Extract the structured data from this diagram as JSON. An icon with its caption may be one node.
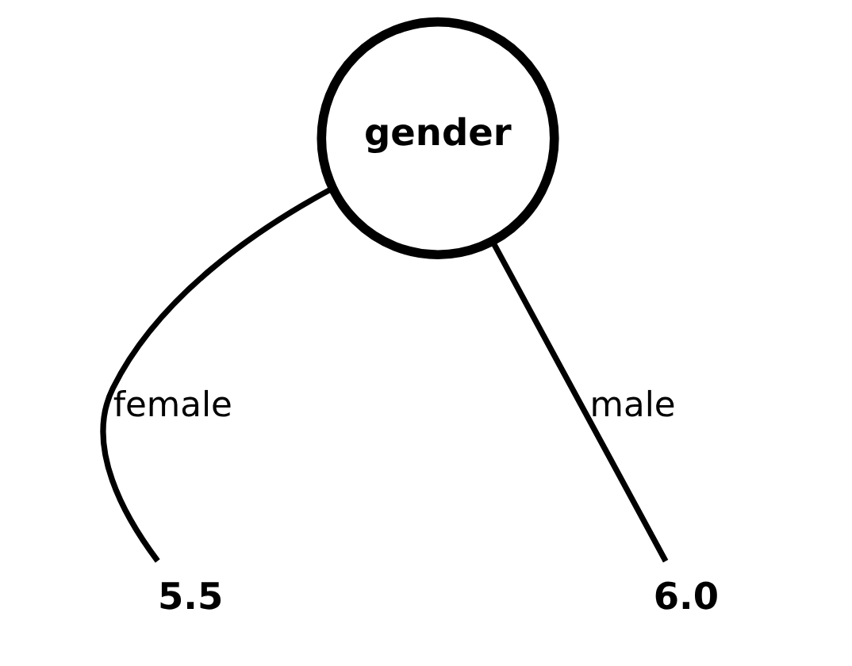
{
  "diagram": {
    "nodes": [
      {
        "text": [
          "gender"
        ]
      },
      {
        "text": [
          "5.5"
        ]
      },
      {
        "text": [
          "6.0"
        ]
      }
    ],
    "edges": [
      {
        "from": 0,
        "to": 1,
        "label": "female",
        "arrow": "none"
      },
      {
        "from": 0,
        "to": 2,
        "label": "male",
        "arrow": "none"
      }
    ]
  }
}
